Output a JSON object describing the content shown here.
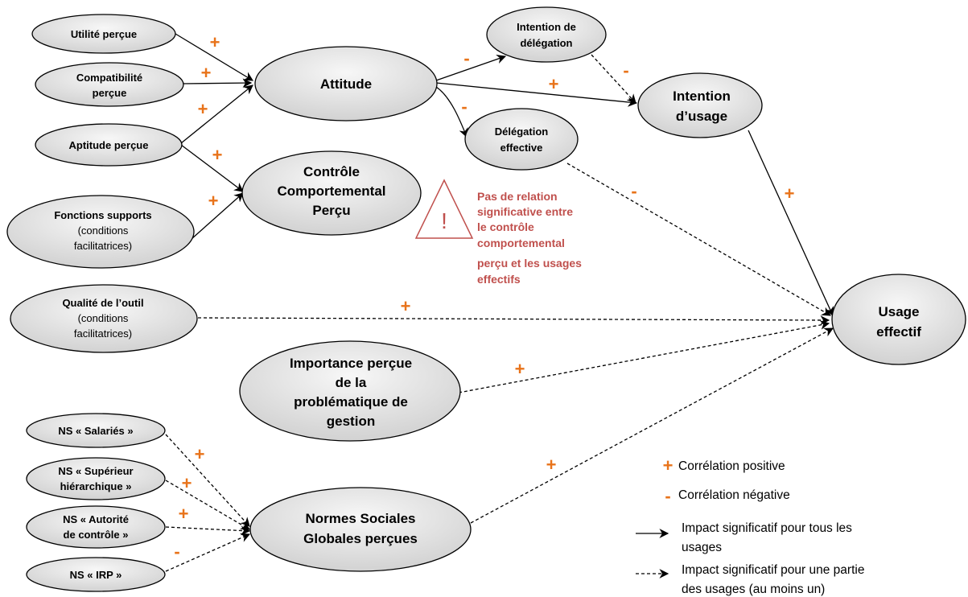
{
  "nodes": {
    "utilite": [
      "Utilité perçue"
    ],
    "compatibilite": [
      "Compatibilité",
      "perçue"
    ],
    "aptitude": [
      "Aptitude perçue"
    ],
    "fonctions_bold": "Fonctions supports",
    "fonctions_reg": [
      "(conditions",
      "facilitatrices)"
    ],
    "qualite_bold": "Qualité de l’outil",
    "qualite_reg": [
      "(conditions",
      "facilitatrices)"
    ],
    "attitude": [
      "Attitude"
    ],
    "controle": [
      "Contrôle",
      "Comportemental",
      "Perçu"
    ],
    "intention_delegation": [
      "Intention de",
      "délégation"
    ],
    "delegation_effective": [
      "Délégation",
      "effective"
    ],
    "intention_usage": [
      "Intention",
      "d’usage"
    ],
    "usage_effectif": [
      "Usage",
      "effectif"
    ],
    "importance": [
      "Importance perçue",
      "de la",
      "problématique de",
      "gestion"
    ],
    "ns_salaries": [
      "NS « Salariés »"
    ],
    "ns_superieur": [
      "NS « Supérieur",
      "hiérarchique »"
    ],
    "ns_autorite": [
      "NS « Autorité",
      "de contrôle »"
    ],
    "ns_irp": [
      "NS « IRP »"
    ],
    "normes": [
      "Normes Sociales",
      "Globales perçues"
    ]
  },
  "signs": {
    "plus": "+",
    "minus": "-"
  },
  "warning": {
    "icon": "!",
    "lines": [
      "Pas de relation",
      "significative entre",
      "le contrôle",
      "comportemental",
      "perçu et les usages",
      "effectifs"
    ]
  },
  "legend": {
    "positive": "Corrélation positive",
    "negative": "Corrélation négative",
    "solid_lines": [
      "Impact significatif pour tous les",
      "usages"
    ],
    "dashed_lines": [
      "Impact significatif pour une partie",
      "des usages (au moins un)"
    ]
  },
  "colors": {
    "sign": "#e8731a",
    "warning": "#c0504d",
    "node_fill_light": "#f4f4f4",
    "node_fill_dark": "#cfcfcf"
  }
}
